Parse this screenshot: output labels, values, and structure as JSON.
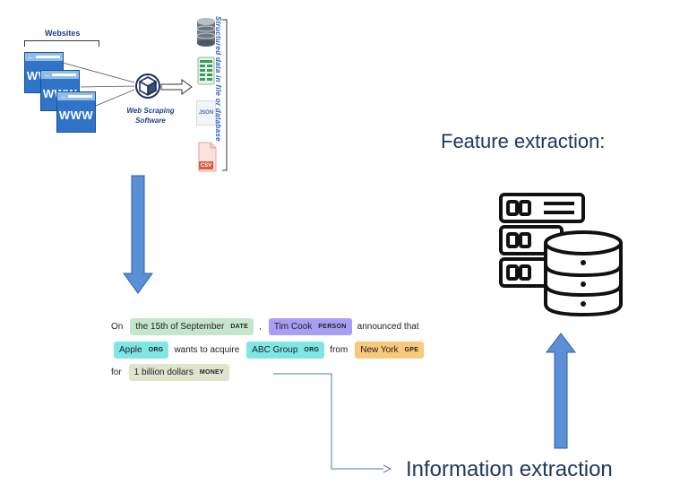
{
  "scraping": {
    "websites_label": "Websites",
    "www_text": "WWW",
    "software_label_line1": "Web Scraping",
    "software_label_line2": "Software",
    "structured_label": "Structured data in file or database",
    "json_label": "JSON",
    "csv_label": "CSV"
  },
  "ner": {
    "line1": {
      "w1": "On",
      "e1_text": "the 15th of September",
      "e1_type": "DATE",
      "w2": ",",
      "e2_text": "Tim Cook",
      "e2_type": "PERSON",
      "w3": "announced that"
    },
    "line2": {
      "e1_text": "Apple",
      "e1_type": "ORG",
      "w1": "wants to acquire",
      "e2_text": "ABC Group",
      "e2_type": "ORG",
      "w2": "from",
      "e3_text": "New York",
      "e3_type": "GPE"
    },
    "line3": {
      "w1": "for",
      "e1_text": "1 billion dollars",
      "e1_type": "MONEY"
    }
  },
  "labels": {
    "feature_extraction": "Feature extraction:",
    "information_extraction": "Information extraction"
  },
  "colors": {
    "arrow_fill": "#5b8fd6",
    "arrow_stroke": "#2f5fa3",
    "date_bg": "#c4e6cd",
    "person_bg": "#a99ef5",
    "org_bg": "#7fe6e6",
    "gpe_bg": "#f7c97a",
    "money_bg": "#dfe4cd",
    "connector": "#4a78c2"
  }
}
